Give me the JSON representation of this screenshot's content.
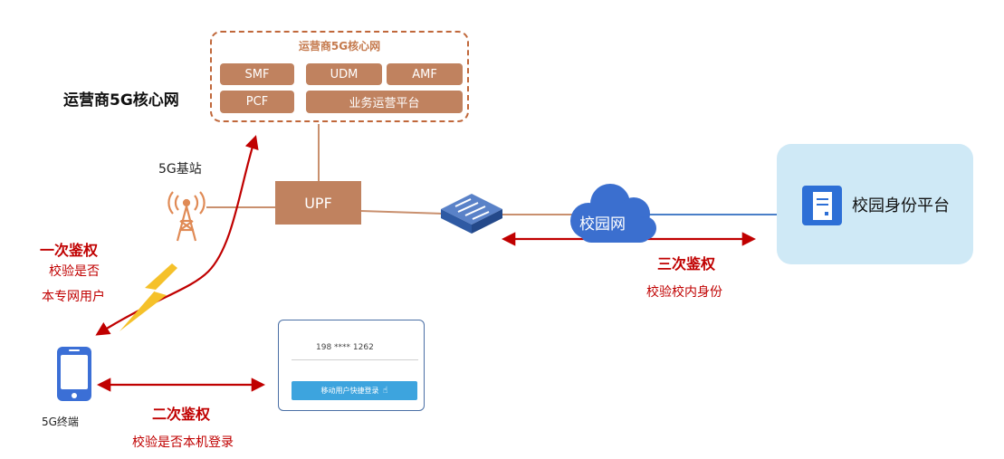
{
  "core_network": {
    "box_title": "运营商5G核心网",
    "label": "运营商5G核心网",
    "functions": [
      "SMF",
      "UDM",
      "AMF",
      "PCF",
      "业务运营平台"
    ]
  },
  "upf": "UPF",
  "base_station": "5G基站",
  "campus_network": "校园网",
  "campus_platform": "校园身份平台",
  "terminal": "5G终端",
  "login_card": {
    "phone": "198 **** 1262",
    "button": "移动用户快捷登录"
  },
  "auth": {
    "first": {
      "title": "一次鉴权",
      "desc_line1": "校验是否",
      "desc_line2": "本专网用户"
    },
    "second": {
      "title": "二次鉴权",
      "desc": "校验是否本机登录"
    },
    "third": {
      "title": "三次鉴权",
      "desc": "校验校内身份"
    }
  },
  "colors": {
    "core_accent": "#c0825f",
    "auth_red": "#c00000",
    "cloud_blue": "#3b6fcf",
    "platform_bg": "#cfe9f6",
    "lightning": "#f5c12a"
  }
}
